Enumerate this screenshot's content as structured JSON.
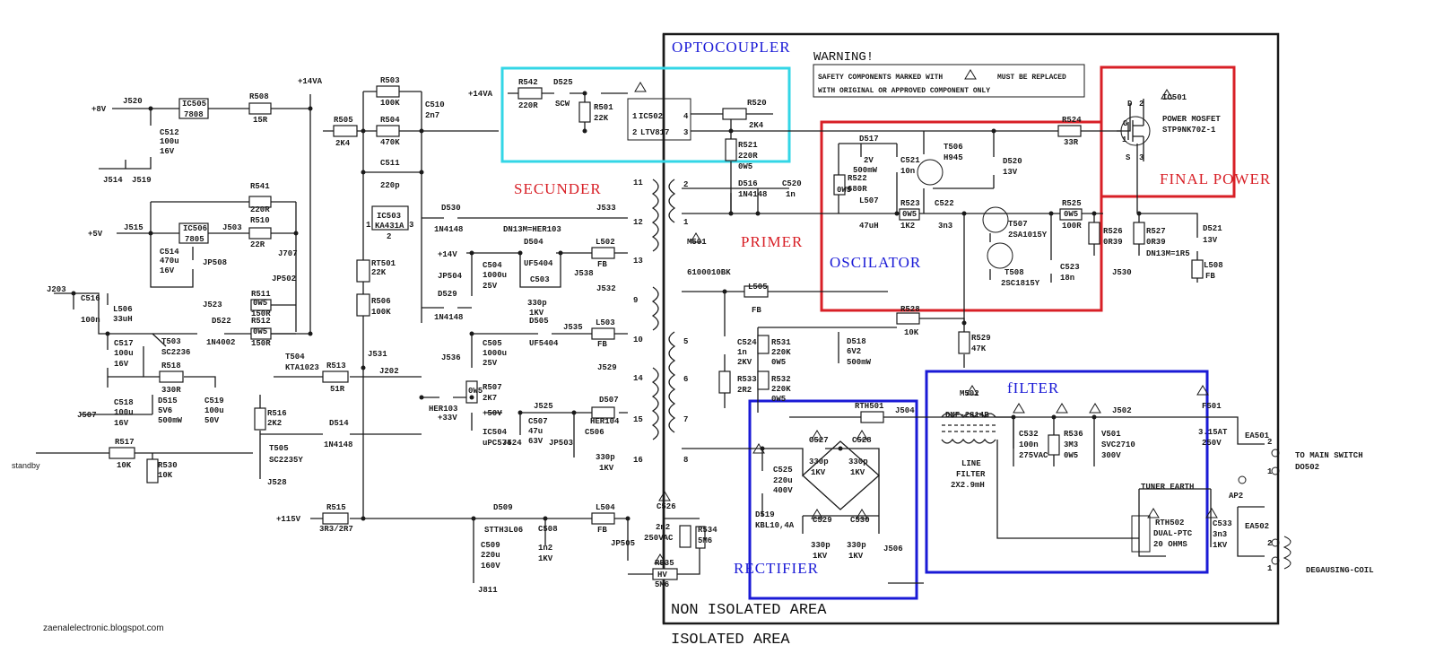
{
  "colors": {
    "optocoupler": "#33d6e6",
    "primary_red": "#d81f26",
    "blue": "#1a1ad6",
    "line": "#1a1a1a"
  },
  "zones": {
    "optocoupler": "OPTOCOUPLER",
    "secunder": "SECUNDER",
    "primer": "PRIMER",
    "oscilator": "OSCILATOR",
    "final_power": "FINAL POWER",
    "filter": "fILTER",
    "rectifier": "RECTIFIER"
  },
  "warning": {
    "title": "WARNING!",
    "line1": "SAFETY COMPONENTS MARKED WITH",
    "line1b": "MUST BE REPLACED",
    "line2": "WITH ORIGINAL OR APPROVED COMPONENT ONLY"
  },
  "areas": {
    "non_isolated": "NON ISOLATED AREA",
    "isolated": "ISOLATED AREA"
  },
  "credit": "zaenalelectronic.blogspot.com",
  "io": {
    "standby": "standby",
    "to_main_switch": "TO MAIN SWITCH",
    "d0502": "DO502",
    "degausing": "DEGAUSING-COIL",
    "tuner_earth": "TUNER EARTH",
    "ap2": "AP2"
  },
  "rails": {
    "v8": "+8V",
    "v5": "+5V",
    "v14va": "+14VA",
    "v14va_b": "+14VA",
    "v14": "+14V",
    "v50": "+50V",
    "v33": "+33V",
    "v115": "+115V",
    "j203": "J203"
  },
  "labels": [
    {
      "id": "J520",
      "t": "J520"
    },
    {
      "id": "IC505",
      "t": "IC505"
    },
    {
      "id": "IC505v",
      "t": "7808"
    },
    {
      "id": "R508",
      "t": "R508"
    },
    {
      "id": "R508v",
      "t": "15R"
    },
    {
      "id": "C512",
      "t": "C512"
    },
    {
      "id": "C512v1",
      "t": "100u"
    },
    {
      "id": "C512v2",
      "t": "16V"
    },
    {
      "id": "J514",
      "t": "J514"
    },
    {
      "id": "J519",
      "t": "J519"
    },
    {
      "id": "R503",
      "t": "R503"
    },
    {
      "id": "R503v",
      "t": "100K"
    },
    {
      "id": "R505",
      "t": "R505"
    },
    {
      "id": "R505v",
      "t": "2K4"
    },
    {
      "id": "R504",
      "t": "R504"
    },
    {
      "id": "R504v",
      "t": "470K"
    },
    {
      "id": "C510",
      "t": "C510"
    },
    {
      "id": "C510v",
      "t": "2n7"
    },
    {
      "id": "C511",
      "t": "C511"
    },
    {
      "id": "C511v",
      "t": "220p"
    },
    {
      "id": "R541",
      "t": "R541"
    },
    {
      "id": "R541v",
      "t": "220R"
    },
    {
      "id": "R510",
      "t": "R510"
    },
    {
      "id": "R510v",
      "t": "22R"
    },
    {
      "id": "J515",
      "t": "J515"
    },
    {
      "id": "IC506",
      "t": "IC506"
    },
    {
      "id": "IC506v",
      "t": "7805"
    },
    {
      "id": "J503",
      "t": "J503"
    },
    {
      "id": "J707",
      "t": "J707"
    },
    {
      "id": "JP502",
      "t": "JP502"
    },
    {
      "id": "JP508",
      "t": "JP508"
    },
    {
      "id": "C514",
      "t": "C514"
    },
    {
      "id": "C514v1",
      "t": "470u"
    },
    {
      "id": "C514v2",
      "t": "16V"
    },
    {
      "id": "J523",
      "t": "J523"
    },
    {
      "id": "IC503",
      "t": "IC503"
    },
    {
      "id": "IC503v",
      "t": "KA431A"
    },
    {
      "id": "RT501",
      "t": "RT501"
    },
    {
      "id": "RT501v",
      "t": "22K"
    },
    {
      "id": "R506",
      "t": "R506"
    },
    {
      "id": "R506v",
      "t": "100K"
    },
    {
      "id": "R511",
      "t": "R511"
    },
    {
      "id": "R511a",
      "t": "0W5"
    },
    {
      "id": "R511v",
      "t": "150R"
    },
    {
      "id": "R512",
      "t": "R512"
    },
    {
      "id": "R512a",
      "t": "0W5"
    },
    {
      "id": "R512v",
      "t": "150R"
    },
    {
      "id": "C516",
      "t": "C516"
    },
    {
      "id": "C516v",
      "t": "100n"
    },
    {
      "id": "L506",
      "t": "L506"
    },
    {
      "id": "L506v",
      "t": "33uH"
    },
    {
      "id": "D522",
      "t": "D522"
    },
    {
      "id": "D522v",
      "t": "1N4002"
    },
    {
      "id": "T503",
      "t": "T503"
    },
    {
      "id": "T503v",
      "t": "SC2236"
    },
    {
      "id": "T504",
      "t": "T504"
    },
    {
      "id": "T504v",
      "t": "KTA1023"
    },
    {
      "id": "J531",
      "t": "J531"
    },
    {
      "id": "C517",
      "t": "C517"
    },
    {
      "id": "C517v1",
      "t": "100u"
    },
    {
      "id": "C517v2",
      "t": "16V"
    },
    {
      "id": "R518",
      "t": "R518"
    },
    {
      "id": "R518v",
      "t": "330R"
    },
    {
      "id": "R513",
      "t": "R513"
    },
    {
      "id": "R513v",
      "t": "51R"
    },
    {
      "id": "J202",
      "t": "J202"
    },
    {
      "id": "C518",
      "t": "C518"
    },
    {
      "id": "C518v1",
      "t": "100u"
    },
    {
      "id": "C518v2",
      "t": "16V"
    },
    {
      "id": "D515",
      "t": "D515"
    },
    {
      "id": "D515v1",
      "t": "5V6"
    },
    {
      "id": "D515v2",
      "t": "500mW"
    },
    {
      "id": "C519",
      "t": "C519"
    },
    {
      "id": "C519v1",
      "t": "100u"
    },
    {
      "id": "C519v2",
      "t": "50V"
    },
    {
      "id": "R516",
      "t": "R516"
    },
    {
      "id": "R516v",
      "t": "2K2"
    },
    {
      "id": "J507",
      "t": "J507"
    },
    {
      "id": "D514",
      "t": "D514"
    },
    {
      "id": "D514v",
      "t": "1N4148"
    },
    {
      "id": "R517",
      "t": "R517"
    },
    {
      "id": "R517v",
      "t": "10K"
    },
    {
      "id": "R530",
      "t": "R530"
    },
    {
      "id": "R530v",
      "t": "10K"
    },
    {
      "id": "T505",
      "t": "T505"
    },
    {
      "id": "T505v",
      "t": "SC2235Y"
    },
    {
      "id": "J528",
      "t": "J528"
    },
    {
      "id": "R515",
      "t": "R515"
    },
    {
      "id": "R515v",
      "t": "3R3/2R7"
    },
    {
      "id": "R542",
      "t": "R542"
    },
    {
      "id": "R542v",
      "t": "220R"
    },
    {
      "id": "D525",
      "t": "D525"
    },
    {
      "id": "D525v",
      "t": "SCW"
    },
    {
      "id": "R501",
      "t": "R501"
    },
    {
      "id": "R501v",
      "t": "22K"
    },
    {
      "id": "IC502",
      "t": "IC502"
    },
    {
      "id": "IC502v",
      "t": "LTV817"
    },
    {
      "id": "R520",
      "t": "R520"
    },
    {
      "id": "R520v",
      "t": "2K4"
    },
    {
      "id": "R521",
      "t": "R521"
    },
    {
      "id": "R521v",
      "t": "220R"
    },
    {
      "id": "R521a",
      "t": "0W5"
    },
    {
      "id": "D516",
      "t": "D516"
    },
    {
      "id": "D516v",
      "t": "1N4148"
    },
    {
      "id": "C520",
      "t": "C520"
    },
    {
      "id": "C520v",
      "t": "1n"
    },
    {
      "id": "D530",
      "t": "D530"
    },
    {
      "id": "D530v",
      "t": "1N4148"
    },
    {
      "id": "J533",
      "t": "J533"
    },
    {
      "id": "D504",
      "t": "D504"
    },
    {
      "id": "D504v",
      "t": "UF5404"
    },
    {
      "id": "DN13M",
      "t": "DN13M=HER103"
    },
    {
      "id": "L502",
      "t": "L502"
    },
    {
      "id": "L502v",
      "t": "FB"
    },
    {
      "id": "JP504",
      "t": "JP504"
    },
    {
      "id": "J538",
      "t": "J538"
    },
    {
      "id": "C504",
      "t": "C504"
    },
    {
      "id": "C504v1",
      "t": "1000u"
    },
    {
      "id": "C504v2",
      "t": "25V"
    },
    {
      "id": "D529",
      "t": "D529"
    },
    {
      "id": "D529v",
      "t": "1N4148"
    },
    {
      "id": "C503",
      "t": "C503"
    },
    {
      "id": "C503v1",
      "t": "330p"
    },
    {
      "id": "C503v2",
      "t": "1KV"
    },
    {
      "id": "J532",
      "t": "J532"
    },
    {
      "id": "D505",
      "t": "D505"
    },
    {
      "id": "D505v",
      "t": "UF5404"
    },
    {
      "id": "J535",
      "t": "J535"
    },
    {
      "id": "L503",
      "t": "L503"
    },
    {
      "id": "L503v",
      "t": "FB"
    },
    {
      "id": "C505",
      "t": "C505"
    },
    {
      "id": "C505v1",
      "t": "1000u"
    },
    {
      "id": "C505v2",
      "t": "25V"
    },
    {
      "id": "J536",
      "t": "J536"
    },
    {
      "id": "J529",
      "t": "J529"
    },
    {
      "id": "R507",
      "t": "R507"
    },
    {
      "id": "R507v",
      "t": "2K7"
    },
    {
      "id": "R507a",
      "t": "0W5"
    },
    {
      "id": "J525",
      "t": "J525"
    },
    {
      "id": "D507",
      "t": "D507"
    },
    {
      "id": "D507v",
      "t": "HER104"
    },
    {
      "id": "HER103",
      "t": "HER103"
    },
    {
      "id": "IC504",
      "t": "IC504"
    },
    {
      "id": "IC504v",
      "t": "uPC574"
    },
    {
      "id": "C507",
      "t": "C507"
    },
    {
      "id": "C507v1",
      "t": "47u"
    },
    {
      "id": "C507v2",
      "t": "63V"
    },
    {
      "id": "J524",
      "t": "J524"
    },
    {
      "id": "JP503",
      "t": "JP503"
    },
    {
      "id": "C506",
      "t": "C506"
    },
    {
      "id": "C506v1",
      "t": "330p"
    },
    {
      "id": "C506v2",
      "t": "1KV"
    },
    {
      "id": "D509",
      "t": "D509"
    },
    {
      "id": "D509v",
      "t": "STTH3L06"
    },
    {
      "id": "C508",
      "t": "C508"
    },
    {
      "id": "C508v1",
      "t": "1n2"
    },
    {
      "id": "C508v2",
      "t": "1KV"
    },
    {
      "id": "L504",
      "t": "L504"
    },
    {
      "id": "L504v",
      "t": "FB"
    },
    {
      "id": "C509",
      "t": "C509"
    },
    {
      "id": "C509v1",
      "t": "220u"
    },
    {
      "id": "C509v2",
      "t": "160V"
    },
    {
      "id": "J811",
      "t": "J811"
    },
    {
      "id": "JP505",
      "t": "JP505"
    },
    {
      "id": "C526",
      "t": "C526"
    },
    {
      "id": "C526v1",
      "t": "2n2"
    },
    {
      "id": "C526v2",
      "t": "250VAC"
    },
    {
      "id": "R534",
      "t": "R534"
    },
    {
      "id": "R534v",
      "t": "5M6"
    },
    {
      "id": "R535",
      "t": "R535"
    },
    {
      "id": "R535v",
      "t": "5M6"
    },
    {
      "id": "HV",
      "t": "HV"
    },
    {
      "id": "M501",
      "t": "M501"
    },
    {
      "id": "M501v",
      "t": "6100010BK"
    },
    {
      "id": "w11",
      "t": "11"
    },
    {
      "id": "w12",
      "t": "12"
    },
    {
      "id": "w13",
      "t": "13"
    },
    {
      "id": "w9",
      "t": "9"
    },
    {
      "id": "w10",
      "t": "10"
    },
    {
      "id": "w14",
      "t": "14"
    },
    {
      "id": "w15",
      "t": "15"
    },
    {
      "id": "w16",
      "t": "16"
    },
    {
      "id": "w2",
      "t": "2"
    },
    {
      "id": "w1",
      "t": "1"
    },
    {
      "id": "w5",
      "t": "5"
    },
    {
      "id": "w6",
      "t": "6"
    },
    {
      "id": "w7",
      "t": "7"
    },
    {
      "id": "w8",
      "t": "8"
    },
    {
      "id": "D517",
      "t": "D517"
    },
    {
      "id": "D517v1",
      "t": "2V"
    },
    {
      "id": "D517v2",
      "t": "500mW"
    },
    {
      "id": "C521",
      "t": "C521"
    },
    {
      "id": "C521v",
      "t": "10n"
    },
    {
      "id": "R522",
      "t": "R522"
    },
    {
      "id": "R522v",
      "t": "680R"
    },
    {
      "id": "R522a",
      "t": "0W5"
    },
    {
      "id": "T506",
      "t": "T506"
    },
    {
      "id": "T506v",
      "t": "H945"
    },
    {
      "id": "D520",
      "t": "D520"
    },
    {
      "id": "D520v",
      "t": "13V"
    },
    {
      "id": "R524",
      "t": "R524"
    },
    {
      "id": "R524v",
      "t": "33R"
    },
    {
      "id": "L507",
      "t": "L507"
    },
    {
      "id": "L507v",
      "t": "47uH"
    },
    {
      "id": "R523",
      "t": "R523"
    },
    {
      "id": "R523a",
      "t": "0W5"
    },
    {
      "id": "R523v",
      "t": "1K2"
    },
    {
      "id": "C522",
      "t": "C522"
    },
    {
      "id": "C522v",
      "t": "3n3"
    },
    {
      "id": "R525",
      "t": "R525"
    },
    {
      "id": "R525a",
      "t": "0W5"
    },
    {
      "id": "R525v",
      "t": "100R"
    },
    {
      "id": "T507",
      "t": "T507"
    },
    {
      "id": "T507v",
      "t": "2SA1015Y"
    },
    {
      "id": "T508",
      "t": "T508"
    },
    {
      "id": "T508v",
      "t": "2SC1815Y"
    },
    {
      "id": "C523",
      "t": "C523"
    },
    {
      "id": "C523v",
      "t": "18n"
    },
    {
      "id": "R526",
      "t": "R526"
    },
    {
      "id": "R526v",
      "t": "0R39"
    },
    {
      "id": "R527",
      "t": "R527"
    },
    {
      "id": "R527v",
      "t": "0R39"
    },
    {
      "id": "DN13M2",
      "t": "DN13M=1R5"
    },
    {
      "id": "J530",
      "t": "J530"
    },
    {
      "id": "D521",
      "t": "D521"
    },
    {
      "id": "D521v",
      "t": "13V"
    },
    {
      "id": "L508",
      "t": "L508"
    },
    {
      "id": "L508v",
      "t": "FB"
    },
    {
      "id": "IC501",
      "t": "IC501"
    },
    {
      "id": "IC501v1",
      "t": "POWER MOSFET"
    },
    {
      "id": "IC501v2",
      "t": "STP9NK70Z-1"
    },
    {
      "id": "L505",
      "t": "L505"
    },
    {
      "id": "L505v",
      "t": "FB"
    },
    {
      "id": "R528",
      "t": "R528"
    },
    {
      "id": "R528v",
      "t": "10K"
    },
    {
      "id": "R529",
      "t": "R529"
    },
    {
      "id": "R529v",
      "t": "47K"
    },
    {
      "id": "C524",
      "t": "C524"
    },
    {
      "id": "C524v1",
      "t": "1n"
    },
    {
      "id": "C524v2",
      "t": "2KV"
    },
    {
      "id": "R531",
      "t": "R531"
    },
    {
      "id": "R531v1",
      "t": "220K"
    },
    {
      "id": "R531v2",
      "t": "0W5"
    },
    {
      "id": "R532",
      "t": "R532"
    },
    {
      "id": "R532v1",
      "t": "220K"
    },
    {
      "id": "R532v2",
      "t": "0W5"
    },
    {
      "id": "R533",
      "t": "R533"
    },
    {
      "id": "R533v",
      "t": "2R2"
    },
    {
      "id": "D518",
      "t": "D518"
    },
    {
      "id": "D518v1",
      "t": "6V2"
    },
    {
      "id": "D518v2",
      "t": "500mW"
    },
    {
      "id": "RTH501",
      "t": "RTH501"
    },
    {
      "id": "J504",
      "t": "J504"
    },
    {
      "id": "C527",
      "t": "C527"
    },
    {
      "id": "C527v1",
      "t": "330p"
    },
    {
      "id": "C527v2",
      "t": "1KV"
    },
    {
      "id": "C528",
      "t": "C528"
    },
    {
      "id": "C528v1",
      "t": "330p"
    },
    {
      "id": "C528v2",
      "t": "1KV"
    },
    {
      "id": "C525",
      "t": "C525"
    },
    {
      "id": "C525v1",
      "t": "220u"
    },
    {
      "id": "C525v2",
      "t": "400V"
    },
    {
      "id": "D519",
      "t": "D519"
    },
    {
      "id": "D519v",
      "t": "KBL10,4A"
    },
    {
      "id": "C529",
      "t": "C529"
    },
    {
      "id": "C529v1",
      "t": "330p"
    },
    {
      "id": "C529v2",
      "t": "1KV"
    },
    {
      "id": "C530",
      "t": "C530"
    },
    {
      "id": "C530v1",
      "t": "330p"
    },
    {
      "id": "C530v2",
      "t": "1KV"
    },
    {
      "id": "J506",
      "t": "J506"
    },
    {
      "id": "M502",
      "t": "M502"
    },
    {
      "id": "M502v",
      "t": "DMF-2814B"
    },
    {
      "id": "LF1",
      "t": "LINE"
    },
    {
      "id": "LF2",
      "t": "FILTER"
    },
    {
      "id": "LF3",
      "t": "2X2.9mH"
    },
    {
      "id": "C532",
      "t": "C532"
    },
    {
      "id": "C532v1",
      "t": "100n"
    },
    {
      "id": "C532v2",
      "t": "275VAC"
    },
    {
      "id": "R536",
      "t": "R536"
    },
    {
      "id": "R536v1",
      "t": "3M3"
    },
    {
      "id": "R536v2",
      "t": "0W5"
    },
    {
      "id": "J502",
      "t": "J502"
    },
    {
      "id": "V501",
      "t": "V501"
    },
    {
      "id": "V501v1",
      "t": "SVC2710"
    },
    {
      "id": "V501v2",
      "t": "300V"
    },
    {
      "id": "F501",
      "t": "F501"
    },
    {
      "id": "F501v1",
      "t": "3.15AT"
    },
    {
      "id": "F501v2",
      "t": "250V"
    },
    {
      "id": "EA501",
      "t": "EA501"
    },
    {
      "id": "EA502",
      "t": "EA502"
    },
    {
      "id": "RTH502",
      "t": "RTH502"
    },
    {
      "id": "RTH502v1",
      "t": "DUAL-PTC"
    },
    {
      "id": "RTH502v2",
      "t": "20 OHMS"
    },
    {
      "id": "C533",
      "t": "C533"
    },
    {
      "id": "C533v1",
      "t": "3n3"
    },
    {
      "id": "C533v2",
      "t": "1KV"
    },
    {
      "id": "p2a",
      "t": "2"
    },
    {
      "id": "p1a",
      "t": "1"
    },
    {
      "id": "p2b",
      "t": "2"
    },
    {
      "id": "p1b",
      "t": "1"
    },
    {
      "id": "ic1",
      "t": "1"
    },
    {
      "id": "ic2",
      "t": "2"
    },
    {
      "id": "ic3",
      "t": "3"
    },
    {
      "id": "ic4",
      "t": "4"
    },
    {
      "id": "ic503_1",
      "t": "1"
    },
    {
      "id": "ic503_2",
      "t": "2"
    },
    {
      "id": "ic503_3",
      "t": "3"
    },
    {
      "id": "mos1",
      "t": "1"
    },
    {
      "id": "mos2",
      "t": "2"
    },
    {
      "id": "mos3",
      "t": "3"
    },
    {
      "id": "mosG",
      "t": "G"
    },
    {
      "id": "mosD",
      "t": "D"
    },
    {
      "id": "mosS",
      "t": "S"
    }
  ]
}
